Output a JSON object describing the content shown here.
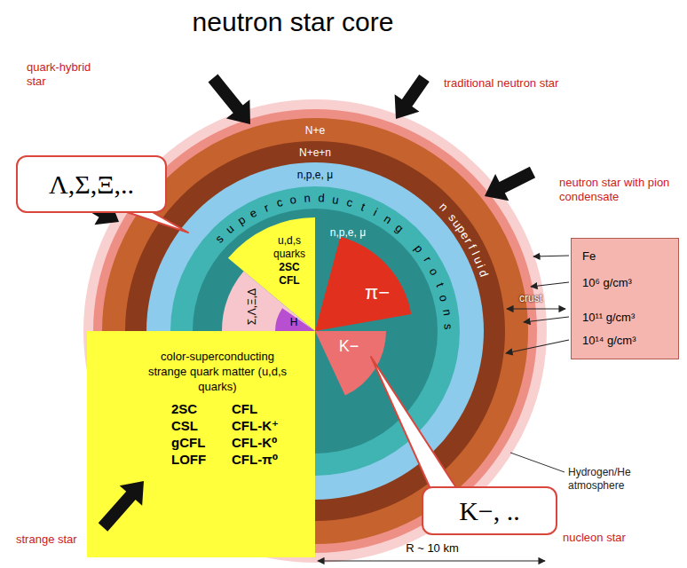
{
  "diagram": {
    "title": "neutron star core",
    "nodes": [
      {
        "text": [
          "Λ,Σ,Ξ,.."
        ]
      },
      {
        "text": [
          "Fe",
          "10⁶ g/cm³",
          "10¹¹ g/cm³",
          "10¹⁴ g/cm³"
        ]
      },
      {
        "text": [
          "color-superconducting strange quark matter (u,d,s quarks)",
          "2SC CSL gCFL LOFF",
          "CFL CFL-K⁺ CFL-K⁰ CFL-π⁰"
        ]
      },
      {
        "text": [
          "K−, .."
        ]
      }
    ],
    "labels": [
      "quark-hybrid star",
      "traditional neutron star",
      "neutron star with pion condensate",
      "N+e",
      "N+e+n",
      "n,p,e, μ",
      "n superfluid",
      "superconducting protons",
      "n,p,e, μ",
      "u,d,s quarks 2SC CFL",
      "Σ,Λ,Ξ,Δ",
      "H",
      "π−",
      "K−",
      "crust",
      "Hydrogen/He atmosphere",
      "strange star",
      "nucleon star",
      "R ~ 10 km"
    ]
  }
}
